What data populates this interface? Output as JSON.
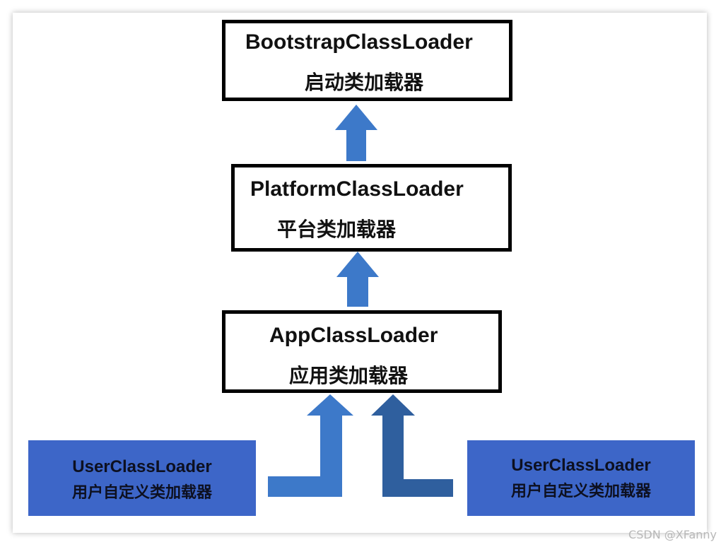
{
  "diagram": {
    "bootstrap": {
      "name": "BootstrapClassLoader",
      "subtitle": "启动类加载器"
    },
    "platform": {
      "name": "PlatformClassLoader",
      "subtitle": "平台类加载器"
    },
    "app": {
      "name": "AppClassLoader",
      "subtitle": "应用类加载器"
    },
    "user_left": {
      "name": "UserClassLoader",
      "subtitle": "用户自定义类加载器"
    },
    "user_right": {
      "name": "UserClassLoader",
      "subtitle": "用户自定义类加载器"
    }
  },
  "colors": {
    "arrow_light": "#3d79c9",
    "arrow_dark": "#2f5f9e",
    "user_box": "#3d66c8",
    "box_border": "#000000"
  },
  "watermark": "CSDN @XFanny"
}
